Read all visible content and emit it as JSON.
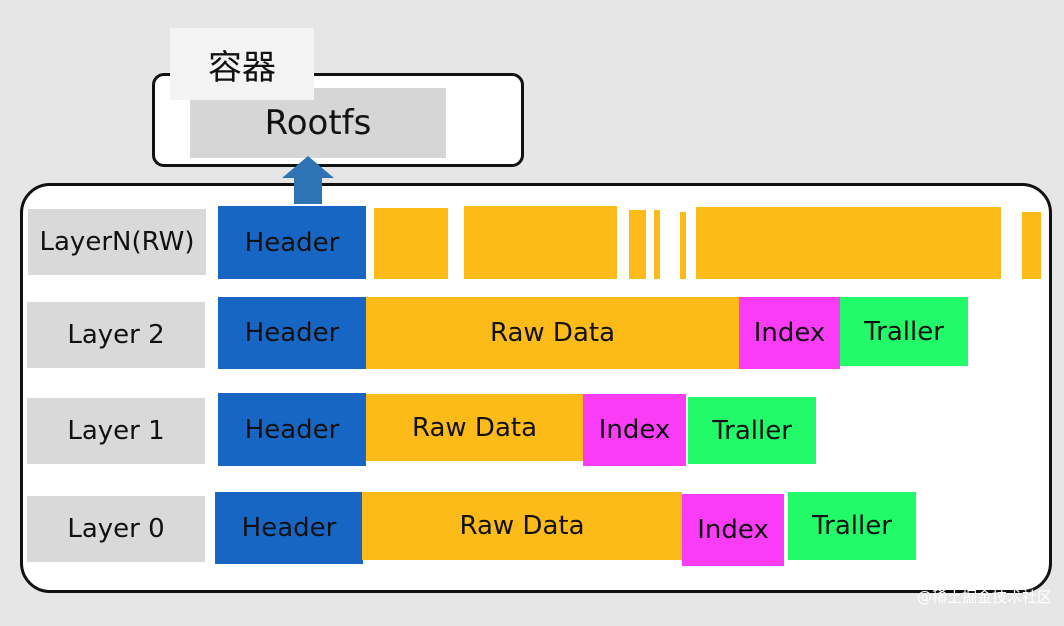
{
  "container": {
    "label": "容器",
    "rootfs_label": "Rootfs"
  },
  "rows": {
    "layerN": {
      "label": "LayerN(RW)",
      "header": "Header"
    },
    "layer2": {
      "label": "Layer 2",
      "header": "Header",
      "raw_data": "Raw Data",
      "index": "Index",
      "traller": "Traller"
    },
    "layer1": {
      "label": "Layer 1",
      "header": "Header",
      "raw_data": "Raw Data",
      "index": "Index",
      "traller": "Traller"
    },
    "layer0": {
      "label": "Layer 0",
      "header": "Header",
      "raw_data": "Raw Data",
      "index": "Index",
      "traller": "Traller"
    }
  },
  "watermark": "@稀土掘金技术社区",
  "colors": {
    "header": "#1766c4",
    "raw_data": "#fdbb1a",
    "index": "#fb3cf7",
    "traller": "#22fa6a",
    "arrow": "#2e74b5",
    "label_bg": "#d9d9d9"
  }
}
